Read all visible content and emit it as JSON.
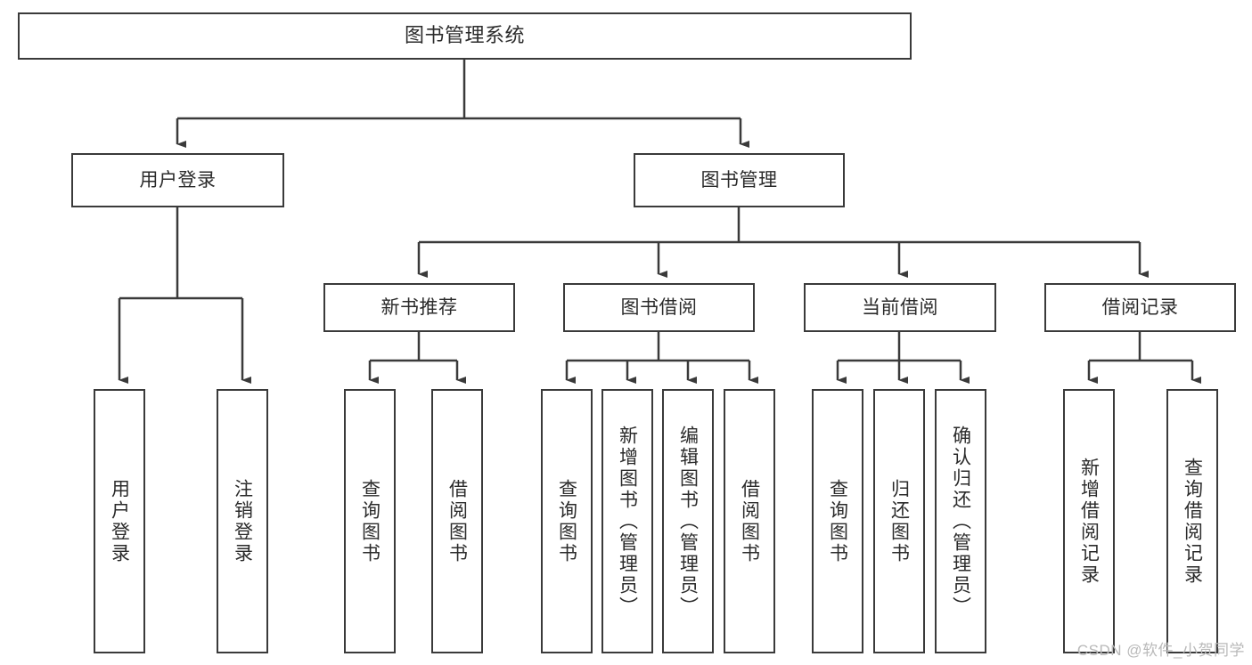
{
  "diagram": {
    "title_node": {
      "id": "root",
      "label": "图书管理系统",
      "orientation": "horizontal"
    },
    "level2": [
      {
        "id": "user-login",
        "label": "用户登录",
        "orientation": "horizontal"
      },
      {
        "id": "book-management",
        "label": "图书管理",
        "orientation": "horizontal"
      }
    ],
    "level3": [
      {
        "id": "new-book-recommend",
        "label": "新书推荐",
        "orientation": "horizontal"
      },
      {
        "id": "book-borrow",
        "label": "图书借阅",
        "orientation": "horizontal"
      },
      {
        "id": "current-borrow",
        "label": "当前借阅",
        "orientation": "horizontal"
      },
      {
        "id": "borrow-record",
        "label": "借阅记录",
        "orientation": "horizontal"
      }
    ],
    "leaves": [
      {
        "id": "leaf-user-login",
        "label": "用户登录",
        "parent": "user-login",
        "orientation": "vertical"
      },
      {
        "id": "leaf-logout-login",
        "label": "注销登录",
        "parent": "user-login",
        "orientation": "vertical"
      },
      {
        "id": "leaf-query-book-1",
        "label": "查询图书",
        "parent": "new-book-recommend",
        "orientation": "vertical"
      },
      {
        "id": "leaf-borrow-book-1",
        "label": "借阅图书",
        "parent": "new-book-recommend",
        "orientation": "vertical"
      },
      {
        "id": "leaf-query-book-2",
        "label": "查询图书",
        "parent": "book-borrow",
        "orientation": "vertical"
      },
      {
        "id": "leaf-add-book-admin",
        "label": "新增图书（管理员）",
        "parent": "book-borrow",
        "orientation": "vertical"
      },
      {
        "id": "leaf-edit-book-admin",
        "label": "编辑图书（管理员）",
        "parent": "book-borrow",
        "orientation": "vertical"
      },
      {
        "id": "leaf-borrow-book-2",
        "label": "借阅图书",
        "parent": "book-borrow",
        "orientation": "vertical"
      },
      {
        "id": "leaf-query-book-3",
        "label": "查询图书",
        "parent": "current-borrow",
        "orientation": "vertical"
      },
      {
        "id": "leaf-return-book",
        "label": "归还图书",
        "parent": "current-borrow",
        "orientation": "vertical"
      },
      {
        "id": "leaf-confirm-return-admin",
        "label": "确认归还（管理员）",
        "parent": "current-borrow",
        "orientation": "vertical"
      },
      {
        "id": "leaf-add-borrow-record",
        "label": "新增借阅记录",
        "parent": "borrow-record",
        "orientation": "vertical"
      },
      {
        "id": "leaf-query-borrow-record",
        "label": "查询借阅记录",
        "parent": "borrow-record",
        "orientation": "vertical"
      }
    ]
  },
  "watermark": {
    "text": "CSDN @软件_小贺同学"
  },
  "colors": {
    "box_border": "#3a3a3a",
    "connector": "#3a3a3a",
    "text": "#2b2b2b",
    "background": "#ffffff",
    "watermark": "#b9b9b9"
  }
}
